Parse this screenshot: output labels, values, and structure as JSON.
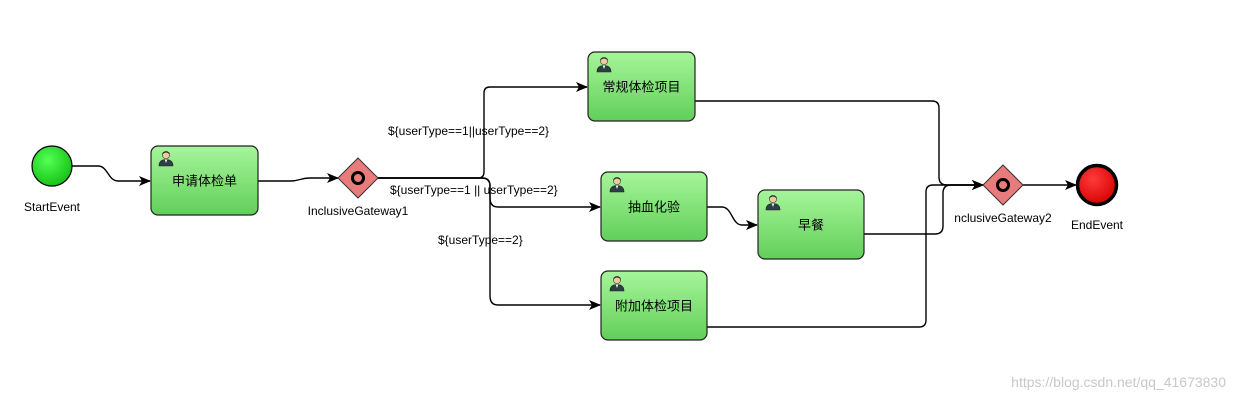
{
  "diagram": {
    "start_event": {
      "label": "StartEvent"
    },
    "end_event": {
      "label": "EndEvent"
    },
    "gateway1": {
      "label": "InclusiveGateway1"
    },
    "gateway2": {
      "label": "nclusiveGateway2"
    },
    "tasks": {
      "apply": "申请体检单",
      "routine": "常规体检项目",
      "blood": "抽血化验",
      "breakfast": "早餐",
      "extra": "附加体检项目"
    },
    "conditions": {
      "routine": "${userType==1||userType==2}",
      "blood": "${userType==1 || userType==2}",
      "extra": "${userType==2}"
    },
    "colors": {
      "start_fill": "#22dd22",
      "end_fill": "#ee1111",
      "gateway_fill": "#e87b7b",
      "task_fill_top": "#a6f59a",
      "task_fill_bottom": "#62cf5a"
    }
  },
  "watermark": "https://blog.csdn.net/qq_41673830"
}
